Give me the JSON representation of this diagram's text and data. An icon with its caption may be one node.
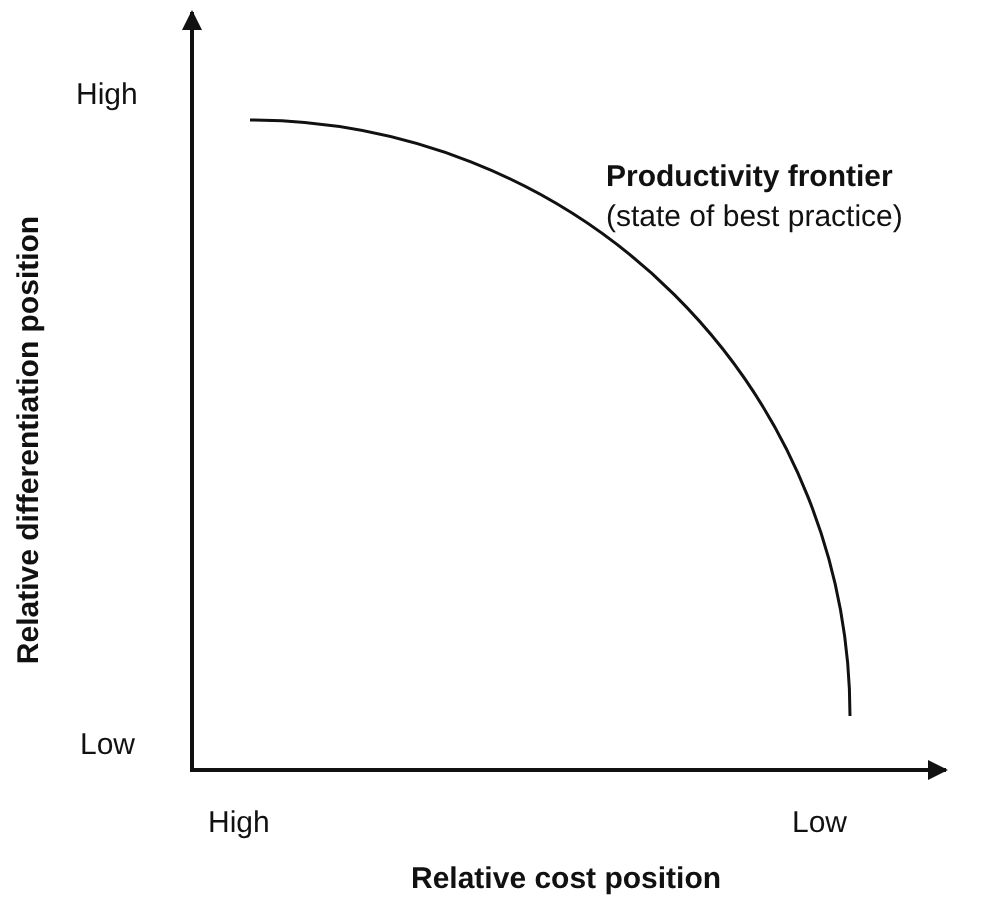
{
  "diagram": {
    "labels": [
      "High",
      "Productivity frontier",
      "(state of best practice)",
      "Relative differentiation position",
      "Low",
      "High",
      "Low",
      "Relative cost position"
    ]
  }
}
